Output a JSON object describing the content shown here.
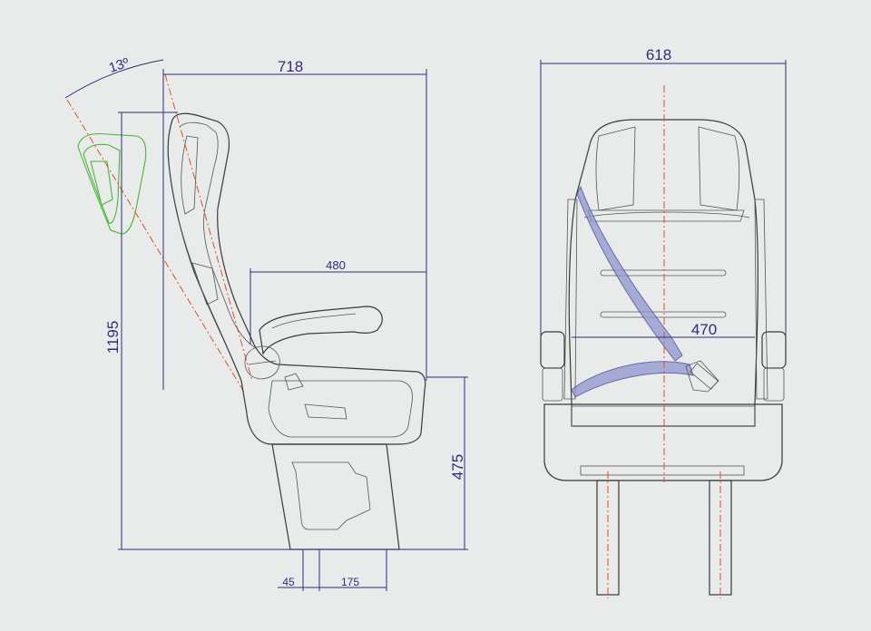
{
  "colors": {
    "background": "#e9eaea",
    "dimension": "#2d2f7a",
    "outline": "#3a3a3a",
    "centerline": "#e0502a",
    "recline_outline": "#4ab53a",
    "seatbelt": "#8f96cf"
  },
  "side_view": {
    "recline_angle": "13º",
    "overall_depth": "718",
    "seat_depth": "480",
    "overall_height": "1195",
    "seat_height": "475",
    "base_offset": "45",
    "base_width": "175"
  },
  "front_view": {
    "overall_width": "618",
    "seat_width": "470"
  }
}
